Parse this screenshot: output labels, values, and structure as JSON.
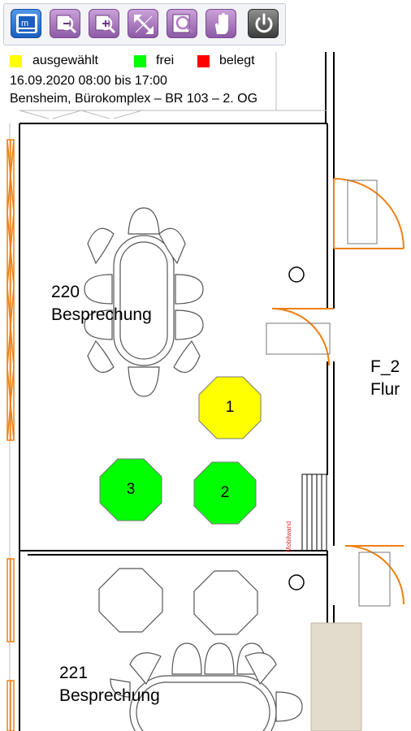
{
  "toolbar": {
    "buttons": [
      {
        "name": "map-home-button",
        "icon": "map-logo-icon"
      },
      {
        "name": "zoom-out-button",
        "icon": "zoom-out-icon"
      },
      {
        "name": "zoom-in-button",
        "icon": "zoom-in-icon"
      },
      {
        "name": "fit-view-button",
        "icon": "expand-arrows-icon"
      },
      {
        "name": "zoom-area-button",
        "icon": "zoom-area-icon"
      },
      {
        "name": "pan-button",
        "icon": "hand-icon"
      },
      {
        "name": "exit-button",
        "icon": "power-icon"
      }
    ]
  },
  "legend": {
    "selected": {
      "label": "ausgewählt",
      "color": "#ffff00"
    },
    "free": {
      "label": "frei",
      "color": "#00ff00"
    },
    "occupied": {
      "label": "belegt",
      "color": "#ff0000"
    }
  },
  "info": {
    "period": "16.09.2020 08:00 bis 17:00",
    "location": "Bensheim, Bürokomplex – BR 103 – 2. OG"
  },
  "rooms": {
    "room_220": {
      "number": "220",
      "name": "Besprechung"
    },
    "room_221": {
      "number": "221",
      "name": "Besprechung"
    },
    "corridor": {
      "number": "F_2",
      "name": "Flur"
    }
  },
  "partition_label": "Mobilwand",
  "seats": [
    {
      "number": "1",
      "status": "ausgewählt",
      "color": "#ffff00"
    },
    {
      "number": "2",
      "status": "frei",
      "color": "#00ff00"
    },
    {
      "number": "3",
      "status": "frei",
      "color": "#00ff00"
    }
  ]
}
